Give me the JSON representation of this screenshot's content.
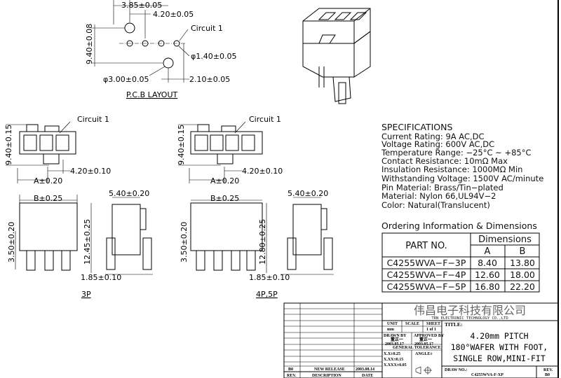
{
  "pcb": {
    "dim_385": "3.85±0.05",
    "dim_420": "4.20±0.05",
    "circuit": "Circuit 1",
    "dim_940": "9.40±0.08",
    "dim_phi140": "φ1.40±0.05",
    "dim_phi300": "φ3.00±0.05",
    "dim_210": "2.10±0.05",
    "title": "P.C.B LAYOUT"
  },
  "view_3p": {
    "circuit": "Circuit 1",
    "dim_height": "9.40±0.15",
    "dim_a": "A±0.20",
    "dim_pitch": "4.20±0.10",
    "dim_b": "B±0.25",
    "dim_side": "5.40±0.20",
    "dim_350": "3.50±0.20",
    "dim_total": "12.45±0.25",
    "dim_185": "1.85±0.10",
    "label": "3P"
  },
  "view_4p5p": {
    "circuit": "Circuit 1",
    "dim_height": "9.40±0.15",
    "dim_a": "A±0.20",
    "dim_pitch": "4.20±0.10",
    "dim_b": "B±0.25",
    "dim_side": "5.40±0.20",
    "dim_350": "3.50±0.20",
    "dim_total": "12.80±0.25",
    "dim_185": "1.85±0.10",
    "label": "4P,5P"
  },
  "specifications": {
    "heading": "SPECIFICATIONS",
    "lines": [
      "Current Rating: 9A AC,DC",
      "Voltage Rating: 600V AC,DC",
      "Temperature Range: −25°C ~ +85°C",
      "Contact Resistance: 10mΩ Max",
      "Insulation Resistance: 1000MΩ Min",
      "Withstanding Voltage: 1500V AC/minute",
      "Pin Material: Brass/Tin−plated",
      "Material: Nylon 66,UL94V−2",
      "Color: Natural(Translucent)"
    ]
  },
  "ordering": {
    "heading": "Ordering Information & Dimensions",
    "col_part": "PART NO.",
    "col_dims": "Dimensions",
    "col_a": "A",
    "col_b": "B",
    "rows": [
      {
        "part": "C4255WVA−F−3P",
        "a": "8.40",
        "b": "13.80"
      },
      {
        "part": "C4255WVA−F−4P",
        "a": "12.60",
        "b": "18.00"
      },
      {
        "part": "C4255WVA−F−5P",
        "a": "16.80",
        "b": "22.20"
      }
    ]
  },
  "title_block": {
    "company_cn": "伟昌电子科技有限公司",
    "company_en": "TRN ELECTRONIC TECHNOLOGY CO.,LTD",
    "unit_label": "UNIT",
    "unit_value": "mm",
    "scale_label": "SCALE",
    "sheet_label": "SHEET",
    "sheet_value": "1 of 1",
    "drawn_by_label": "DRAWN BY",
    "drawn_by": "董正一",
    "drawn_date": "2003.05.17",
    "approved_by_label": "APPROVED BY",
    "approved_by": "董正一",
    "approved_date": "2003.05.17",
    "tolerance_label": "GENERAL TOLERANCE",
    "tol_1": "X.X±0.25",
    "tol_2": "X.XX±0.15",
    "tol_3": "X.XXX±0.05",
    "angle_label": "ANGLE±",
    "title_label": "TITLE:",
    "title_lines": [
      "4.20mm PITCH",
      "180°WAFER WITH FOOT,",
      "SINGLE ROW,MINI-FIT"
    ],
    "draw_no_label": "DRAW NO.:",
    "draw_no": "C4255WVA-F-XP",
    "rev_label": "REV.",
    "rev_value": "B0",
    "revision": {
      "rev": "B0",
      "description": "NEW RELEASE",
      "date": "2003.08.14"
    },
    "rev_col": "REV.",
    "desc_col": "DESCRIPTION",
    "date_col": "DATE"
  }
}
